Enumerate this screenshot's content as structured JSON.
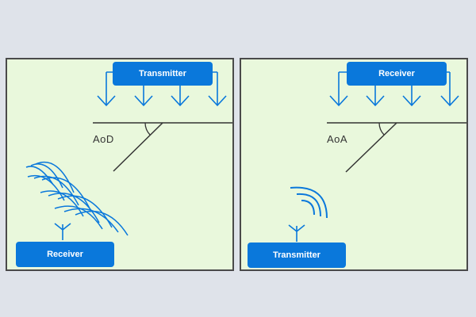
{
  "colors": {
    "background": "#dfe3ea",
    "panel_fill": "#e9f8dc",
    "panel_border": "#4a4a4a",
    "accent_blue": "#0a78db",
    "line": "#333333"
  },
  "left_panel": {
    "top_box_label": "Transmitter",
    "bottom_box_label": "Receiver",
    "angle_label": "AoD"
  },
  "right_panel": {
    "top_box_label": "Receiver",
    "bottom_box_label": "Transmitter",
    "angle_label": "AoA"
  },
  "icons": [
    "antenna-array-icon",
    "antenna-icon",
    "signal-wave-icon"
  ]
}
